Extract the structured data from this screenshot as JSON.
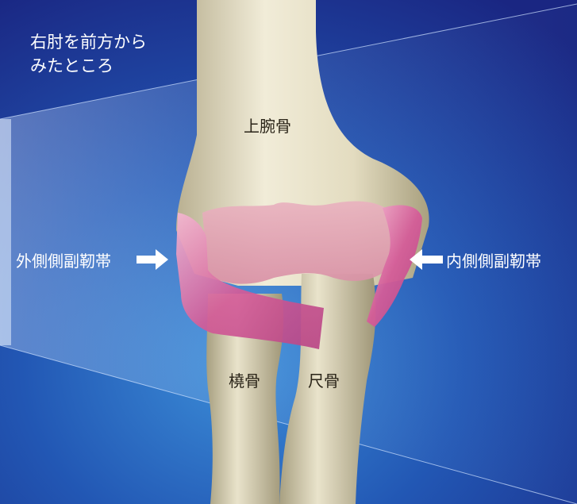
{
  "caption": {
    "line1": "右肘を前方から",
    "line2": "みたところ"
  },
  "labels": {
    "humerus": "上腕骨",
    "radius": "橈骨",
    "ulna": "尺骨",
    "lateral_ligament": "外側側副靭帯",
    "medial_ligament": "内側側副靭帯"
  },
  "colors": {
    "background_deep": "#1b2a86",
    "background_light": "#2f7fcf",
    "bone": "#ece6cf",
    "ligament": "#d66aa0",
    "cartilage": "#e2a0b2",
    "text_light": "#ffffff",
    "text_dark": "#2a2418"
  },
  "icons": {
    "lateral_arrow": "arrow-right-icon",
    "medial_arrow": "arrow-left-icon"
  }
}
